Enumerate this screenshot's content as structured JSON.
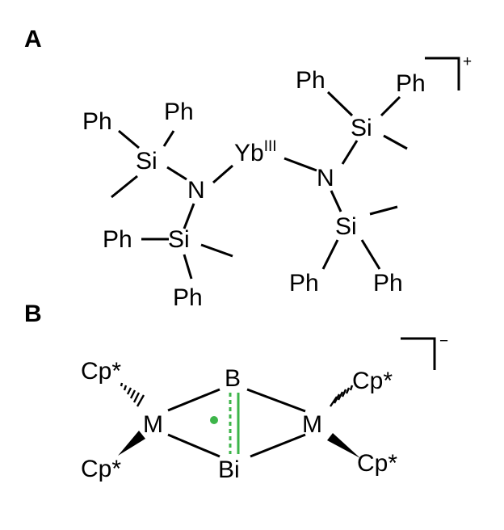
{
  "colors": {
    "metal": "#f08a5d",
    "nitrogen": "#3db54a",
    "boron": "#3db54a",
    "ink": "#000000"
  },
  "panel_a": {
    "label": "A",
    "metal": "Yb",
    "oxidation_state": "III",
    "charge": "+",
    "nitrogen": "N",
    "silicon": "Si",
    "phenyl": "Ph"
  },
  "panel_b": {
    "label": "B",
    "metal": "M",
    "ligand": "Cp*",
    "boron": "B",
    "bismuth": "Bi",
    "charge": "−"
  }
}
